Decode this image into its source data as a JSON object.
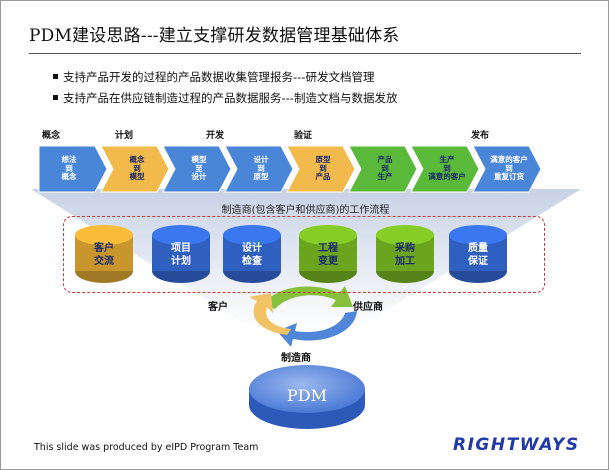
{
  "title": "PDM建设思路---建立支撑研发数据管理基础体系",
  "bullets": [
    "支持产品开发的过程的产品数据收集管理报务---研发文档管理",
    "支持产品在供应链制造过程的产品数据服务---制造文档与数据发放"
  ],
  "phases": [
    "概念",
    "计划",
    "开发",
    "验证",
    "发布"
  ],
  "chevrons": [
    {
      "lines": [
        "想法",
        "到",
        "概念"
      ],
      "color": "#4a86d8",
      "text_color": "#ffffff"
    },
    {
      "lines": [
        "概念",
        "到",
        "模型"
      ],
      "color": "#f2b94c",
      "text_color": "#1a2a6a"
    },
    {
      "lines": [
        "模型",
        "至",
        "设计"
      ],
      "color": "#4a86d8",
      "text_color": "#ffffff"
    },
    {
      "lines": [
        "设计",
        "到",
        "原型"
      ],
      "color": "#4a86d8",
      "text_color": "#ffffff"
    },
    {
      "lines": [
        "原型",
        "到",
        "产品"
      ],
      "color": "#f2b94c",
      "text_color": "#1a2a6a"
    },
    {
      "lines": [
        "产品",
        "到",
        "生产"
      ],
      "color": "#5ab83a",
      "text_color": "#1a2a6a"
    },
    {
      "lines": [
        "生产",
        "到",
        "满意的客户"
      ],
      "color": "#5ab83a",
      "text_color": "#1a2a6a"
    },
    {
      "lines": [
        "满意的客户",
        "到",
        "重复订货"
      ],
      "color": "#4a86d8",
      "text_color": "#ffffff"
    }
  ],
  "workflow_label": "制造商(包含客户和供应商)的工作流程",
  "cylinders": [
    {
      "label": "客户\n交流",
      "color": "#c9962e",
      "text_color": "#1a2a6a"
    },
    {
      "label": "项目\n计划",
      "color": "#2f5fbf",
      "text_color": "#ffffff"
    },
    {
      "label": "设计\n检查",
      "color": "#2f5fbf",
      "text_color": "#ffffff"
    },
    {
      "label": "工程\n变更",
      "color": "#6ba51f",
      "text_color": "#1a2a6a"
    },
    {
      "label": "采购\n加工",
      "color": "#6ba51f",
      "text_color": "#1a2a6a"
    },
    {
      "label": "质量\n保证",
      "color": "#2f5fbf",
      "text_color": "#ffffff"
    }
  ],
  "cycle_labels": {
    "customer": "客户",
    "supplier": "供应商",
    "manufacturer": "制造商"
  },
  "pdm_label": "PDM",
  "footer": "This slide was produced by eIPD Program Team",
  "brand": "RIGHTWAYS"
}
